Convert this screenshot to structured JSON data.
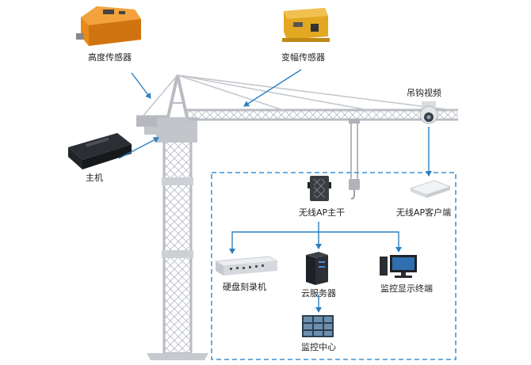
{
  "labels": {
    "height_sensor": "高度传感器",
    "amplitude_sensor": "变幅传感器",
    "hook_video": "吊钩视频",
    "host": "主机",
    "wireless_ap_main": "无线AP主干",
    "wireless_ap_client": "无线AP客户端",
    "hdd_recorder": "硬盘刻录机",
    "cloud_server": "云服务器",
    "monitor_terminal": "监控显示终端",
    "monitor_center": "监控中心"
  },
  "colors": {
    "arrow": "#2a7fc1",
    "dashed_box": "#3a8fd0",
    "crane": "#c9ccd1",
    "crane_dark": "#a9adb3",
    "sensor_orange": "#e88a1a",
    "sensor_yellow": "#e3a822"
  }
}
